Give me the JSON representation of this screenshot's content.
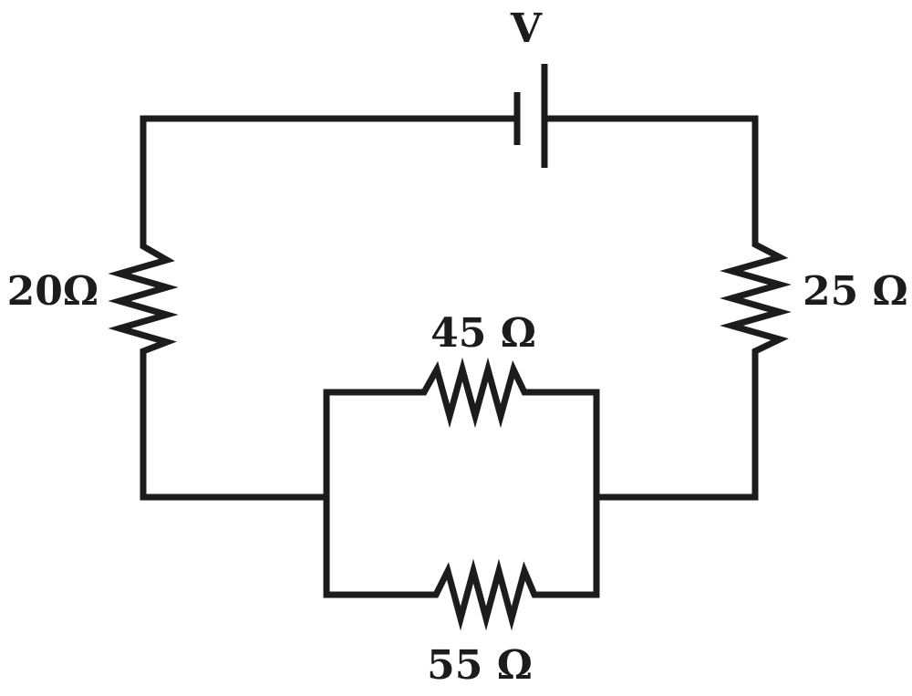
{
  "diagram": {
    "type": "circuit",
    "source": {
      "symbol": "battery",
      "label": "V"
    },
    "resistors": [
      {
        "id": "r-left",
        "label": "20Ω"
      },
      {
        "id": "r-right",
        "label": "25 Ω"
      },
      {
        "id": "r-top",
        "label": "45 Ω"
      },
      {
        "id": "r-bottom",
        "label": "55 Ω"
      }
    ],
    "colors": {
      "stroke": "#1c1c1c",
      "background": "#ffffff"
    }
  }
}
